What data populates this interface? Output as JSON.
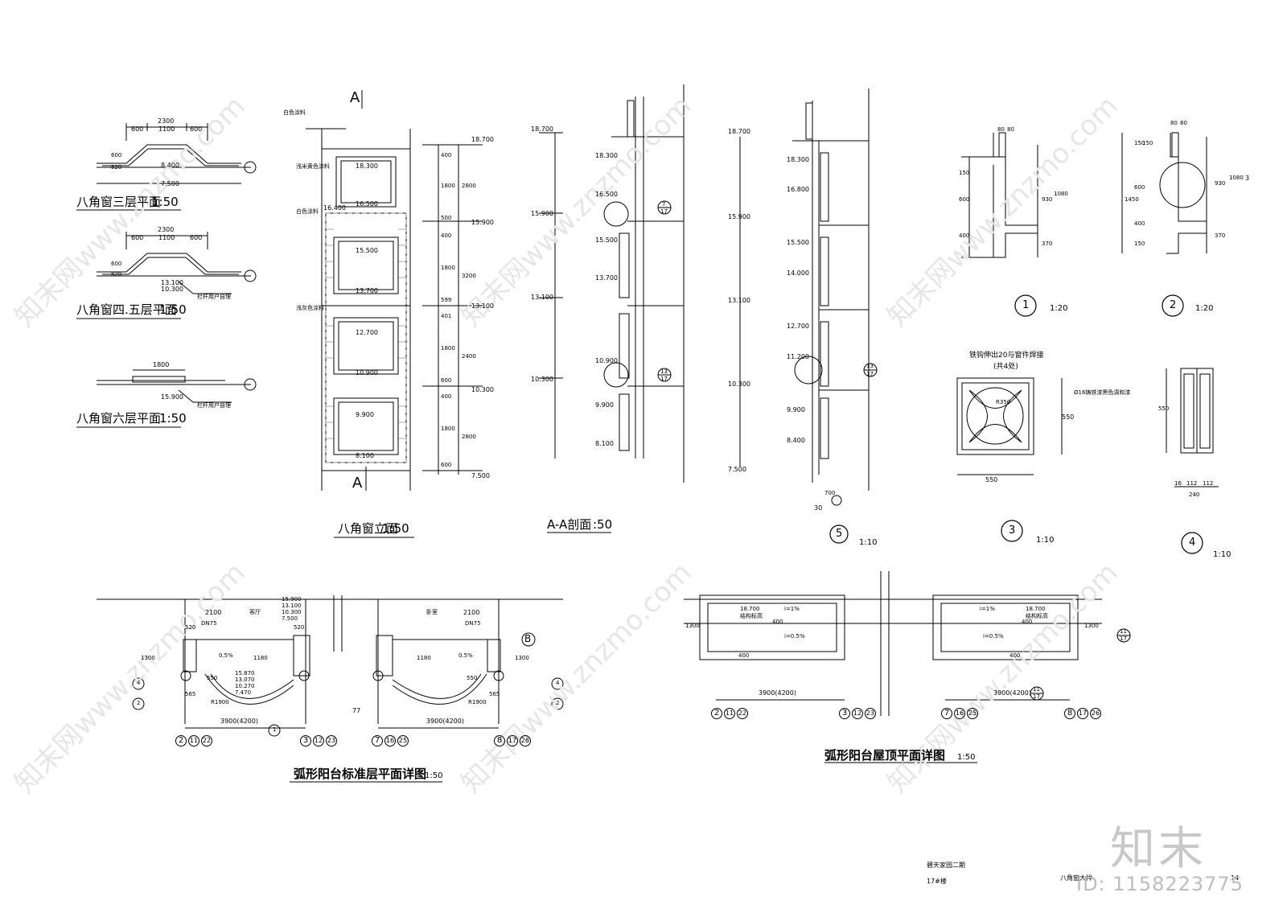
{
  "plans": {
    "plan3": {
      "title": "八角窗三层平面",
      "scale": "1:50",
      "dims": [
        "2300",
        "600",
        "1100",
        "600",
        "600",
        "820",
        "7.500",
        "8.400"
      ]
    },
    "plan45": {
      "title": "八角窗四.五层平面",
      "scale": "1:50",
      "dims": [
        "2300",
        "600",
        "1100",
        "600",
        "600",
        "820",
        "13.100",
        "10.300",
        "栏杆用户自理"
      ]
    },
    "plan6": {
      "title": "八角窗六层平面",
      "scale": "1:50",
      "dims": [
        "1800",
        "15.900",
        "栏杆用户自理"
      ]
    }
  },
  "elevation": {
    "title": "八角窗立面",
    "scale": "1:50",
    "section_mark": "A",
    "notes": [
      "白色涂料",
      "浅米黄色涂料",
      "白色涂料",
      "浅灰色涂料"
    ],
    "levels": [
      "18.300",
      "16.500",
      "16.400",
      "15.500",
      "13.700",
      "12.700",
      "10.900",
      "9.900",
      "8.100"
    ],
    "right_levels": [
      "18.700",
      "15.900",
      "13.100",
      "10.300",
      "7.500"
    ],
    "dims": [
      "400",
      "1800",
      "2800",
      "500",
      "400",
      "1800",
      "3200",
      "599",
      "401",
      "1800",
      "2400",
      "600",
      "400",
      "1800",
      "2800",
      "600"
    ]
  },
  "section": {
    "title": "A-A剖面",
    "scale": ":50",
    "levels": [
      "18.700",
      "18.300",
      "16.500",
      "15.900",
      "15.500",
      "13.700",
      "13.100",
      "10.900",
      "10.300",
      "9.900",
      "8.100"
    ],
    "refs": [
      {
        "top": "7",
        "bottom": "17"
      },
      {
        "top": "13",
        "bottom": "17"
      }
    ]
  },
  "detail5": {
    "num": "5",
    "scale": "1:10",
    "levels": [
      "18.700",
      "18.300",
      "16.800",
      "15.900",
      "15.500",
      "14.000",
      "13.100",
      "12.700",
      "11.200",
      "10.300",
      "9.900",
      "8.400",
      "7.500"
    ],
    "dims": [
      "700",
      "30"
    ],
    "ref": {
      "top": "13",
      "bottom": "17"
    }
  },
  "detail1": {
    "num": "1",
    "scale": "1:20",
    "dims": [
      "80",
      "80",
      "150",
      "600",
      "400",
      "930",
      "1080",
      "370"
    ]
  },
  "detail2": {
    "num": "2",
    "scale": "1:20",
    "dims": [
      "80",
      "80",
      "150",
      "150",
      "600",
      "1450",
      "400",
      "150",
      "930",
      "1080",
      "370"
    ],
    "ref": "3"
  },
  "detail3": {
    "num": "3",
    "scale": "1:10",
    "notes": [
      "铁钩伸出20与窗件焊接",
      "(共4处)",
      "Ø16铸铁漆黑色调和漆",
      "R350"
    ],
    "dims": [
      "550",
      "550"
    ]
  },
  "detail4": {
    "num": "4",
    "scale": "1:10",
    "dims": [
      "550",
      "16",
      "112",
      "112",
      "240"
    ]
  },
  "balcony_plan": {
    "title": "弧形阳台标准层平面详图",
    "scale": "1:50",
    "rooms": [
      "客厅",
      "卧室"
    ],
    "levels": [
      "15.900",
      "13.100",
      "10.300",
      "7.500",
      "15.870",
      "13.070",
      "10.270",
      "7.470"
    ],
    "dims": [
      "2100",
      "2100",
      "DN75",
      "DN75",
      "520",
      "520",
      "0.5%",
      "0.5%",
      "1300",
      "1180",
      "1180",
      "1300",
      "550",
      "550",
      "565",
      "565",
      "R1900",
      "R1900",
      "3900(4200)",
      "3900(4200)",
      "77"
    ],
    "axis_b": "B",
    "refs": [
      "4",
      "2",
      "1",
      "4",
      "2",
      "1"
    ],
    "axes": [
      "2",
      "11",
      "22",
      "3",
      "12",
      "23",
      "7",
      "16",
      "25",
      "8",
      "17",
      "26"
    ]
  },
  "roof_plan": {
    "title": "弧形阳台屋顶平面详图",
    "scale": "1:50",
    "notes": [
      "18.700",
      "结构标高",
      "i=1%",
      "i=0.5%",
      "i=1%",
      "i=0.5%",
      "18.700",
      "结构标高"
    ],
    "dims": [
      "1300",
      "400",
      "400",
      "400",
      "400",
      "1300",
      "3900(4200)",
      "3900(4200)"
    ],
    "refs": [
      {
        "top": "11",
        "bottom": "17"
      },
      {
        "top": "11",
        "bottom": "17"
      }
    ],
    "axes": [
      "2",
      "11",
      "22",
      "3",
      "12",
      "23",
      "7",
      "16",
      "25",
      "8",
      "17",
      "26"
    ]
  },
  "title_block": {
    "project": "碧天家园二期",
    "building": "17#楼",
    "drawing": "八角窗大样",
    "sheet": "14"
  },
  "watermark": {
    "logo": "知末",
    "id": "ID: 1158223775",
    "diagonal": "知末网www.znzmo.com"
  }
}
